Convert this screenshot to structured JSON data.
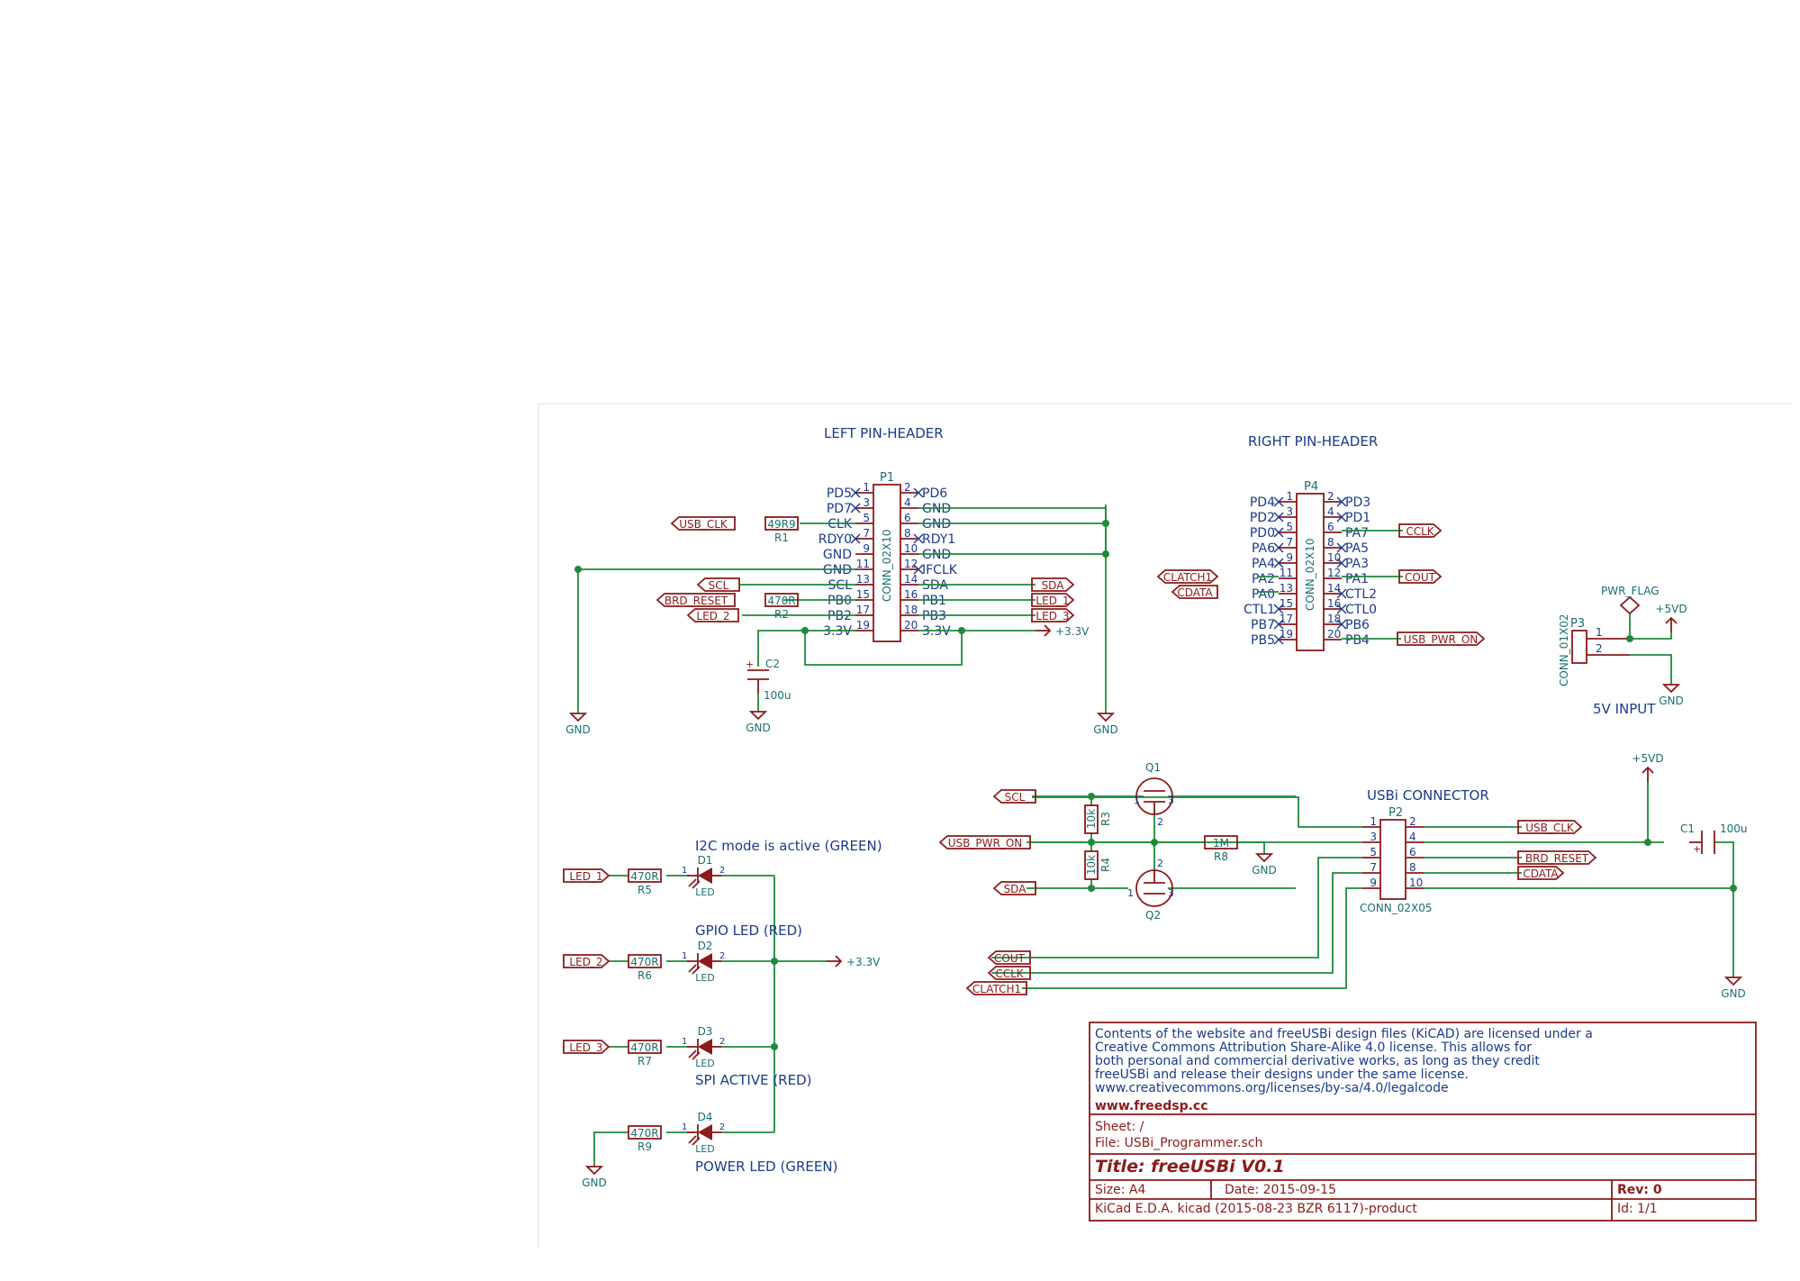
{
  "sections": {
    "left_header": "LEFT PIN-HEADER",
    "right_header": "RIGHT PIN-HEADER",
    "usbi_connector": "USBi CONNECTOR",
    "five_v_input": "5V INPUT"
  },
  "P1": {
    "ref": "P1",
    "value": "CONN_02X10",
    "left": [
      {
        "name": "PD5",
        "num": "1"
      },
      {
        "name": "PD7",
        "num": "3"
      },
      {
        "name": "CLK",
        "num": "5"
      },
      {
        "name": "RDY0",
        "num": "7"
      },
      {
        "name": "GND",
        "num": "9"
      },
      {
        "name": "GND",
        "num": "11"
      },
      {
        "name": "SCL",
        "num": "13"
      },
      {
        "name": "PB0",
        "num": "15"
      },
      {
        "name": "PB2",
        "num": "17"
      },
      {
        "name": "3.3V",
        "num": "19"
      }
    ],
    "right": [
      {
        "name": "PD6",
        "num": "2"
      },
      {
        "name": "GND",
        "num": "4"
      },
      {
        "name": "GND",
        "num": "6"
      },
      {
        "name": "RDY1",
        "num": "8"
      },
      {
        "name": "GND",
        "num": "10"
      },
      {
        "name": "IFCLK",
        "num": "12"
      },
      {
        "name": "SDA",
        "num": "14"
      },
      {
        "name": "PB1",
        "num": "16"
      },
      {
        "name": "PB3",
        "num": "18"
      },
      {
        "name": "3.3V",
        "num": "20"
      }
    ]
  },
  "P4": {
    "ref": "P4",
    "value": "CONN_02X10",
    "left": [
      {
        "name": "PD4",
        "num": "1"
      },
      {
        "name": "PD2",
        "num": "3"
      },
      {
        "name": "PD0",
        "num": "5"
      },
      {
        "name": "PA6",
        "num": "7"
      },
      {
        "name": "PA4",
        "num": "9"
      },
      {
        "name": "PA2",
        "num": "11"
      },
      {
        "name": "PA0",
        "num": "13"
      },
      {
        "name": "CTL1",
        "num": "15"
      },
      {
        "name": "PB7",
        "num": "17"
      },
      {
        "name": "PB5",
        "num": "19"
      }
    ],
    "right": [
      {
        "name": "PD3",
        "num": "2"
      },
      {
        "name": "PD1",
        "num": "4"
      },
      {
        "name": "PA7",
        "num": "6"
      },
      {
        "name": "PA5",
        "num": "8"
      },
      {
        "name": "PA3",
        "num": "10"
      },
      {
        "name": "PA1",
        "num": "12"
      },
      {
        "name": "CTL2",
        "num": "14"
      },
      {
        "name": "CTL0",
        "num": "16"
      },
      {
        "name": "PB6",
        "num": "18"
      },
      {
        "name": "PB4",
        "num": "20"
      }
    ]
  },
  "P2": {
    "ref": "P2",
    "value": "CONN_02X05",
    "left": [
      "1",
      "3",
      "5",
      "7",
      "9"
    ],
    "right": [
      "2",
      "4",
      "6",
      "8",
      "10"
    ]
  },
  "P3": {
    "ref": "P3",
    "value": "CONN_01X02",
    "pins": [
      "1",
      "2"
    ]
  },
  "labels": {
    "usb_clk": "USB_CLK",
    "scl": "SCL",
    "sda": "SDA",
    "brd_reset": "BRD_RESET",
    "led_1": "LED_1",
    "led_2": "LED_2",
    "led_3": "LED_3",
    "cclk": "CCLK",
    "cout": "COUT",
    "clatch1": "CLATCH1",
    "cdata": "CDATA",
    "usb_pwr_on": "USB_PWR_ON"
  },
  "power": {
    "gnd": "GND",
    "v33": "+3.3V",
    "v5d": "+5VD",
    "pwr_flag": "PWR_FLAG"
  },
  "components": {
    "R1": {
      "ref": "R1",
      "value": "49R9"
    },
    "R2": {
      "ref": "R2",
      "value": "470R"
    },
    "R3": {
      "ref": "R3",
      "value": "10k"
    },
    "R4": {
      "ref": "R4",
      "value": "10k"
    },
    "R5": {
      "ref": "R5",
      "value": "470R"
    },
    "R6": {
      "ref": "R6",
      "value": "470R"
    },
    "R7": {
      "ref": "R7",
      "value": "470R"
    },
    "R8": {
      "ref": "R8",
      "value": "1M"
    },
    "R9": {
      "ref": "R9",
      "value": "470R"
    },
    "C1": {
      "ref": "C1",
      "value": "100u"
    },
    "C2": {
      "ref": "C2",
      "value": "100u"
    },
    "Q1": {
      "ref": "Q1"
    },
    "Q2": {
      "ref": "Q2"
    },
    "D1": {
      "ref": "D1",
      "value": "LED"
    },
    "D2": {
      "ref": "D2",
      "value": "LED"
    },
    "D3": {
      "ref": "D3",
      "value": "LED"
    },
    "D4": {
      "ref": "D4",
      "value": "LED"
    }
  },
  "led_notes": {
    "d1": "I2C mode is active (GREEN)",
    "d2": "GPIO LED (RED)",
    "d3": "SPI ACTIVE (RED)",
    "d4": "POWER LED (GREEN)"
  },
  "title_block": {
    "license_lines": [
      "Contents of the website and freeUSBi design files (KiCAD) are licensed under a",
      "Creative Commons Attribution Share-Alike 4.0 license. This allows for",
      "both personal and commercial derivative works, as long as they credit",
      "freeUSBi and release their designs under the same license.",
      "www.creativecommons.org/licenses/by-sa/4.0/legalcode"
    ],
    "website": "www.freedsp.cc",
    "sheet": "Sheet: /",
    "file": "File: USBi_Programmer.sch",
    "title": "Title: freeUSBi V0.1",
    "size": "Size: A4",
    "date": "Date: 2015-09-15",
    "rev": "Rev: 0",
    "tool": "KiCad E.D.A.  kicad (2015-08-23 BZR 6117)-product",
    "id": "Id: 1/1"
  }
}
